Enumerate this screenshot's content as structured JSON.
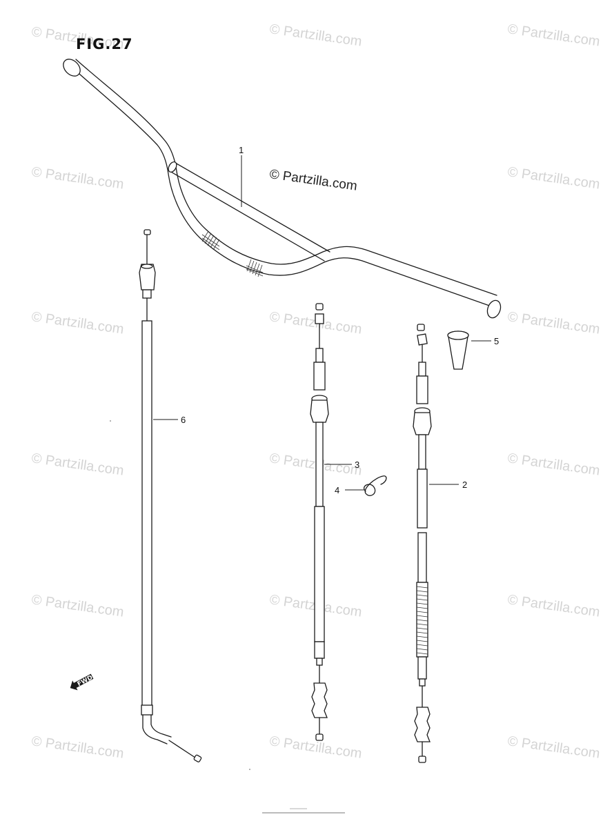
{
  "figure": {
    "title": "FIG.27"
  },
  "watermark": {
    "text": "© Partzilla.com",
    "center_text": "© Partzilla.com",
    "color": "#d4d4d4"
  },
  "callouts": [
    {
      "id": "1",
      "label": "1"
    },
    {
      "id": "2",
      "label": "2"
    },
    {
      "id": "3",
      "label": "3"
    },
    {
      "id": "4",
      "label": "4"
    },
    {
      "id": "5",
      "label": "5"
    },
    {
      "id": "6",
      "label": "6"
    }
  ],
  "fwd_indicator": {
    "label": "FWD"
  }
}
